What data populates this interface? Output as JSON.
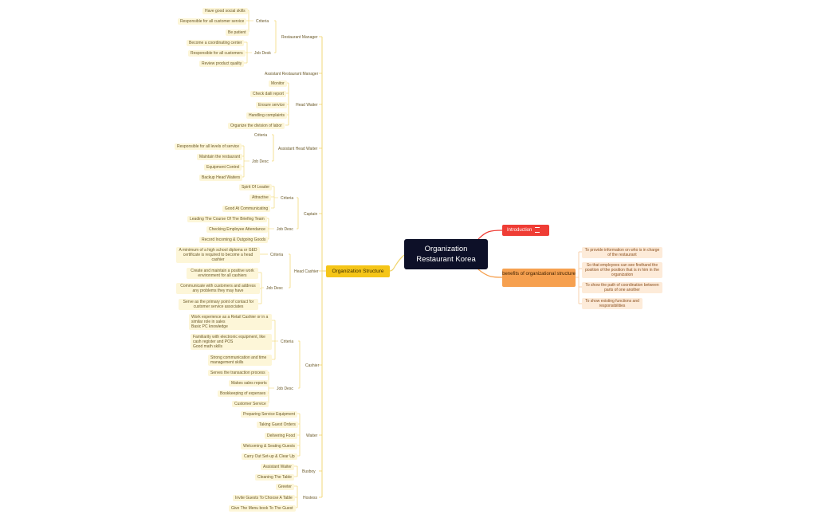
{
  "root": "Organization Restaurant Korea",
  "main_branch": "Organization Structure",
  "introduction": {
    "label": "Introduction",
    "icon": "notes-icon"
  },
  "benefits": {
    "label": "benefits of organizational structure",
    "items": [
      "To provide information on who is in charge of the restaurant",
      "So that employees can see firsthand the position of the position that is in him in the organization",
      "To show the path of coordination between parts of one another",
      "To show existing functions and responsibilities"
    ]
  },
  "colors": {
    "root": "#0d1028",
    "main": "#f5c518",
    "intro": "#ef3d35",
    "benefits": "#f6a04f",
    "line": "#f0d36a"
  },
  "roles": {
    "restaurant_manager": {
      "label": "Restaurant Manager",
      "criteria_label": "Criteria",
      "criteria": [
        "Have good social skills",
        "Responsible for all customer service",
        "Be patient"
      ],
      "jobdesk_label": "Job Desk",
      "jobdesk": [
        "Become a coordinating center",
        "Responsible for all customers",
        "Review product quality"
      ]
    },
    "assistant_restaurant_manager": {
      "label": "Assistant Restaurant Manager"
    },
    "head_waiter": {
      "label": "Head Waiter",
      "items": [
        "Monitor",
        "Check daili report",
        "Ensure service",
        "Handling complaints",
        "Organize the division of labor"
      ]
    },
    "assistant_head_waiter": {
      "label": "Assistant Head Waiter",
      "criteria_label": "Criteria",
      "jobdesc_label": "Job Desc",
      "jobdesc": [
        "Responsible for all levels of service",
        "Maintain the restaurant",
        "Equipment Control",
        "Backup Head Waiters"
      ]
    },
    "captain": {
      "label": "Captain",
      "criteria_label": "Criteria",
      "criteria": [
        "Spirit Of Leader",
        "Attractive",
        "Good At Communicating"
      ],
      "jobdesc_label": "Job Desc",
      "jobdesc": [
        "Leading The Course Of The Briefing  Team",
        "Checking Employee Attendance",
        "Record Incoming & Outgoing Goods"
      ]
    },
    "head_cashier": {
      "label": "Head Cashier",
      "criteria_label": "Criteria",
      "criteria": [
        "A minimum of a high school diploma or GED certificate is required to become a head cashier"
      ],
      "jobdesc_label": "Job Desc",
      "jobdesc": [
        "Create and maintain a positive work environment for all cashiers",
        "Communicate with customers and address any problems they may have",
        "Serve as the primary point of contact for customer service associates"
      ]
    },
    "cashier": {
      "label": "Cashier",
      "criteria_label": "Criteria",
      "criteria": [
        "Work experience as a Retail Cashier or in a similar role in sales\nBasic PC knowledge",
        "Familiarity with electronic equipment, like cash register and POS\nGood math skills",
        "Strong communication and time management skills"
      ],
      "jobdesc_label": "Job Desc",
      "jobdesc": [
        "Serves the transaction process",
        "Makes sales reports",
        "Bookkeeping of expenses",
        "Customer Service"
      ]
    },
    "waiter": {
      "label": "Waiter",
      "items": [
        "Preparing Service Equipment",
        "Taking Guest Orders",
        "Delivering Food",
        "Welcoming & Seating Guests",
        "Carry Out Set-up & Clear Up"
      ]
    },
    "busboy": {
      "label": "Busboy",
      "items": [
        "Assistant Waiter",
        "Cleaning The Table"
      ]
    },
    "hostess": {
      "label": "Hostess",
      "items": [
        "Greeter",
        "Invite Guests To Choose A Table",
        "Give The Menu book To The Guest"
      ]
    }
  }
}
